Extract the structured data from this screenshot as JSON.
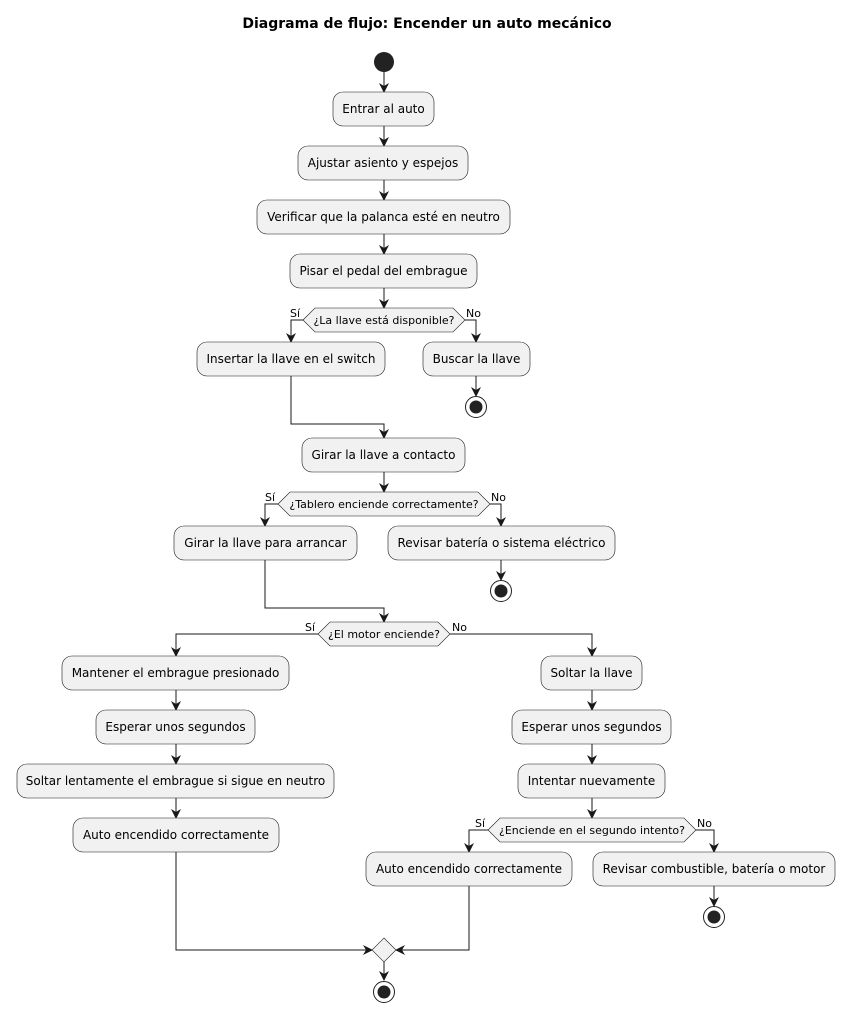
{
  "title": "Diagrama de flujo: Encender un auto mecánico",
  "nodes": {
    "entrar": "Entrar al auto",
    "ajustar": "Ajustar asiento y espejos",
    "verificar": "Verificar que la palanca esté en neutro",
    "pisar": "Pisar el pedal del embrague",
    "d_llave": "¿La llave está disponible?",
    "insertar": "Insertar la llave en el switch",
    "buscar": "Buscar la llave",
    "girar_contacto": "Girar la llave a contacto",
    "d_tablero": "¿Tablero enciende correctamente?",
    "girar_arrancar": "Girar la llave para arrancar",
    "revisar_bateria": "Revisar batería o sistema eléctrico",
    "d_motor": "¿El motor enciende?",
    "mantener": "Mantener el embrague presionado",
    "esperar1": "Esperar unos segundos",
    "soltar_embrague": "Soltar lentamente el embrague si sigue en neutro",
    "auto_ok1": "Auto encendido correctamente",
    "soltar_llave": "Soltar la llave",
    "esperar2": "Esperar unos segundos",
    "intentar": "Intentar nuevamente",
    "d_segundo": "¿Enciende en el segundo intento?",
    "auto_ok2": "Auto encendido correctamente",
    "revisar_comb": "Revisar combustible, batería o motor"
  },
  "branch_labels": {
    "yes": "Sí",
    "no": "No"
  }
}
